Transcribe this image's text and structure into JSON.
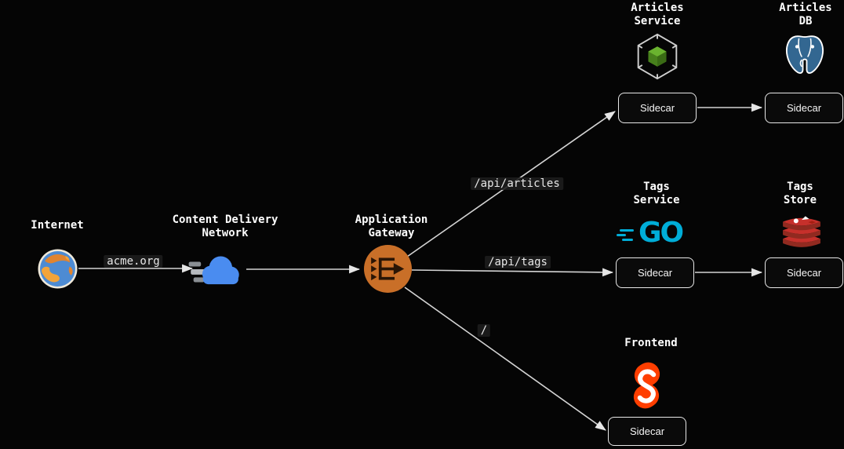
{
  "nodes": {
    "internet": {
      "label": "Internet"
    },
    "cdn": {
      "line1": "Content Delivery",
      "line2": "Network"
    },
    "gateway": {
      "line1": "Application",
      "line2": "Gateway"
    },
    "articles_service": {
      "line1": "Articles",
      "line2": "Service",
      "sidecar": "Sidecar"
    },
    "articles_db": {
      "line1": "Articles",
      "line2": "DB",
      "sidecar": "Sidecar"
    },
    "tags_service": {
      "line1": "Tags",
      "line2": "Service",
      "logo_text": "GO",
      "sidecar": "Sidecar"
    },
    "tags_store": {
      "line1": "Tags",
      "line2": "Store",
      "sidecar": "Sidecar"
    },
    "frontend": {
      "label": "Frontend",
      "sidecar": "Sidecar"
    }
  },
  "edges": {
    "internet_to_cdn": {
      "label": "acme.org"
    },
    "gateway_to_articles": {
      "label": "/api/articles"
    },
    "gateway_to_tags": {
      "label": "/api/tags"
    },
    "gateway_to_frontend": {
      "label": "/"
    }
  },
  "colors": {
    "background": "#050505",
    "line": "#d4d4d4",
    "text": "#ffffff",
    "gateway_orange": "#c96f28",
    "go_cyan": "#00ADD8",
    "svelte_orange": "#ff3e00",
    "postgres_blue": "#336791",
    "redis_red": "#c6302b",
    "cloud_blue": "#4a8cf0",
    "pod_green": "#4f8f1f"
  }
}
